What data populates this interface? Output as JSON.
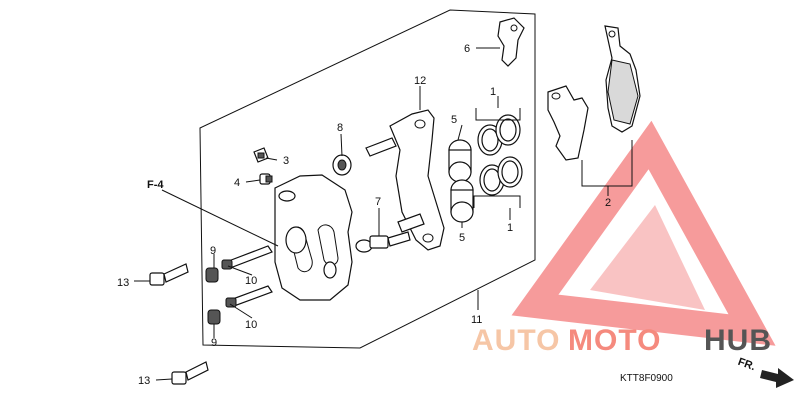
{
  "diagram": {
    "code": "KTT8F0900",
    "ref_label": "F-4",
    "direction_label": "FR.",
    "callouts": [
      "1",
      "1",
      "2",
      "3",
      "4",
      "5",
      "5",
      "6",
      "7",
      "8",
      "9",
      "9",
      "10",
      "10",
      "11",
      "12",
      "13",
      "13"
    ]
  },
  "watermark": {
    "part1": "AUTO",
    "part2": "MOTO",
    "part3": "HUB",
    "colors": {
      "auto": "#f6c6a6",
      "moto": "#f58a7e",
      "hub": "#555555",
      "triangle": "#f47a7a"
    }
  }
}
